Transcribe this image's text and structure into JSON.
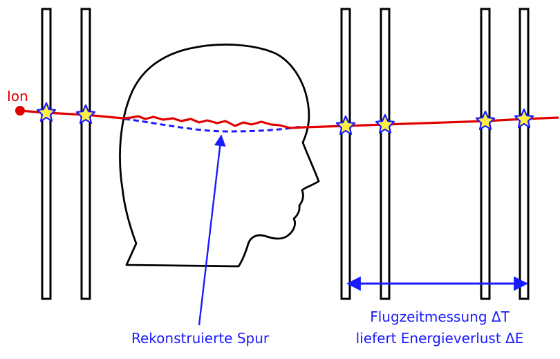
{
  "labels": {
    "ion": "Ion",
    "track": "Rekonstruierte Spur",
    "measure_line1": "Flugzeitmessung ΔT",
    "measure_line2": "liefert Energieverlust ΔE"
  },
  "colors": {
    "ion": "#e00000",
    "track": "#1a1aff",
    "measure": "#1a1aff",
    "star_fill": "#ffee44",
    "star_stroke": "#1a1aff",
    "outline": "#000000"
  },
  "icons": {
    "hit": "star-icon",
    "head": "head-silhouette"
  }
}
